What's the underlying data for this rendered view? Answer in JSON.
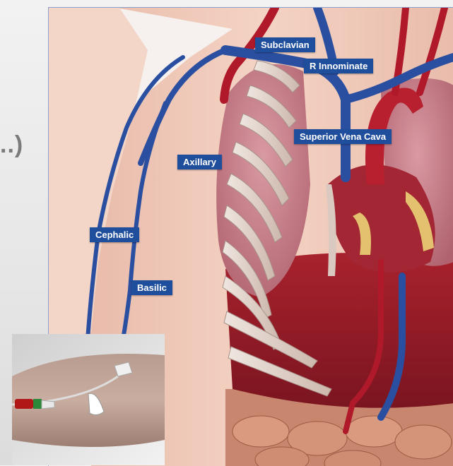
{
  "partial_text": "..)",
  "labels": {
    "subclavian": "Subclavian",
    "r_innominate": "R Innominate",
    "superior_vena_cava": "Superior Vena Cava",
    "axillary": "Axillary",
    "cephalic": "Cephalic",
    "basilic": "Basilic"
  },
  "colors": {
    "label_bg": "#1f4e9c",
    "vein": "#2b4fa0",
    "artery": "#b0192a",
    "lung": "#c98a92",
    "skin": "#f1c6b5"
  }
}
